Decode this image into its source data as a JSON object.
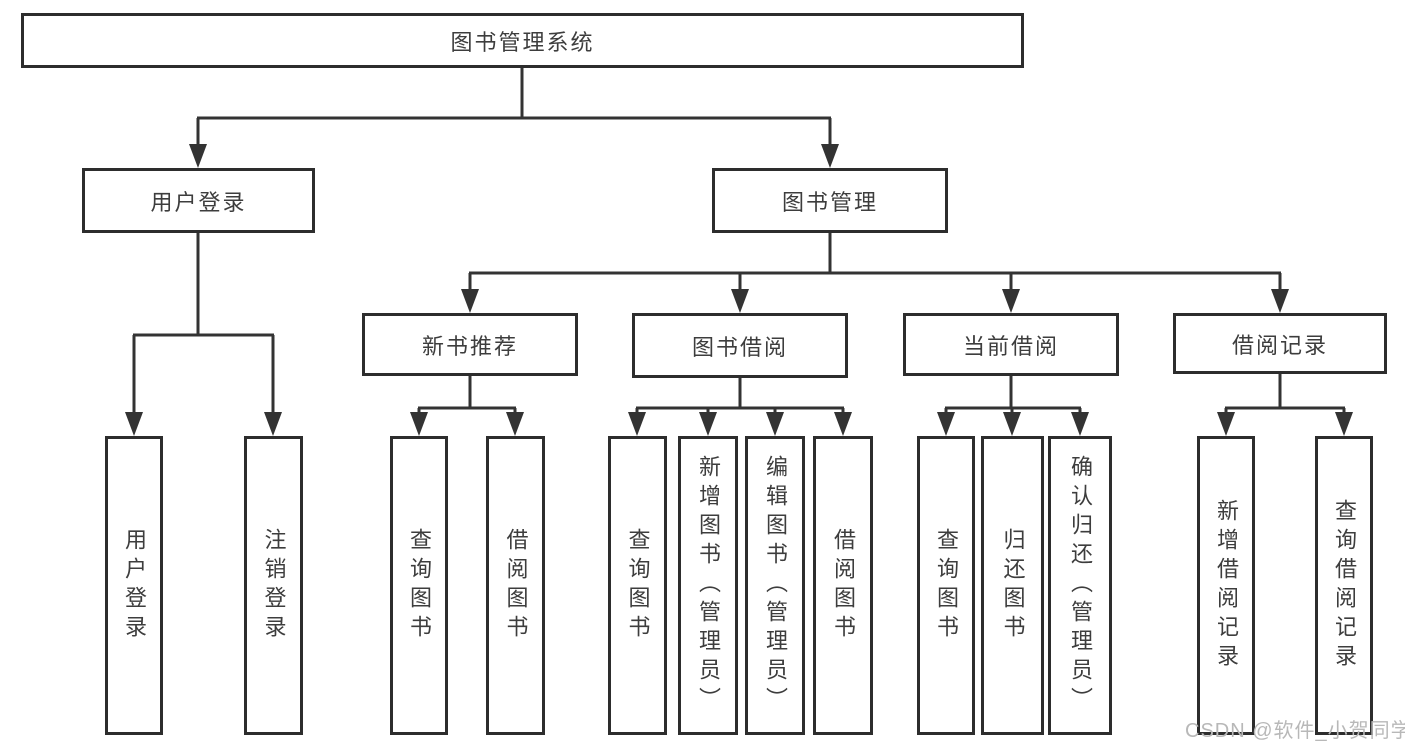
{
  "diagram": {
    "root": {
      "label": "图书管理系统"
    },
    "level2": [
      {
        "label": "用户登录"
      },
      {
        "label": "图书管理"
      }
    ],
    "level3": [
      {
        "label": "新书推荐"
      },
      {
        "label": "图书借阅"
      },
      {
        "label": "当前借阅"
      },
      {
        "label": "借阅记录"
      }
    ],
    "leaves": {
      "user_login": [
        "用户登录",
        "注销登录"
      ],
      "new_book": [
        "查询图书",
        "借阅图书"
      ],
      "book_borrow": [
        "查询图书",
        "新增图书（管理员）",
        "编辑图书（管理员）",
        "借阅图书"
      ],
      "current_borrow": [
        "查询图书",
        "归还图书",
        "确认归还（管理员）"
      ],
      "borrow_records": [
        "新增借阅记录",
        "查询借阅记录"
      ]
    }
  },
  "watermark": {
    "text": "CSDN @软件_小贺同学",
    "color": "#b8b8b8"
  },
  "colors": {
    "line": "#333333",
    "box_border": "#2d2d2d",
    "text": "#3d3d3d",
    "background": "#ffffff"
  }
}
